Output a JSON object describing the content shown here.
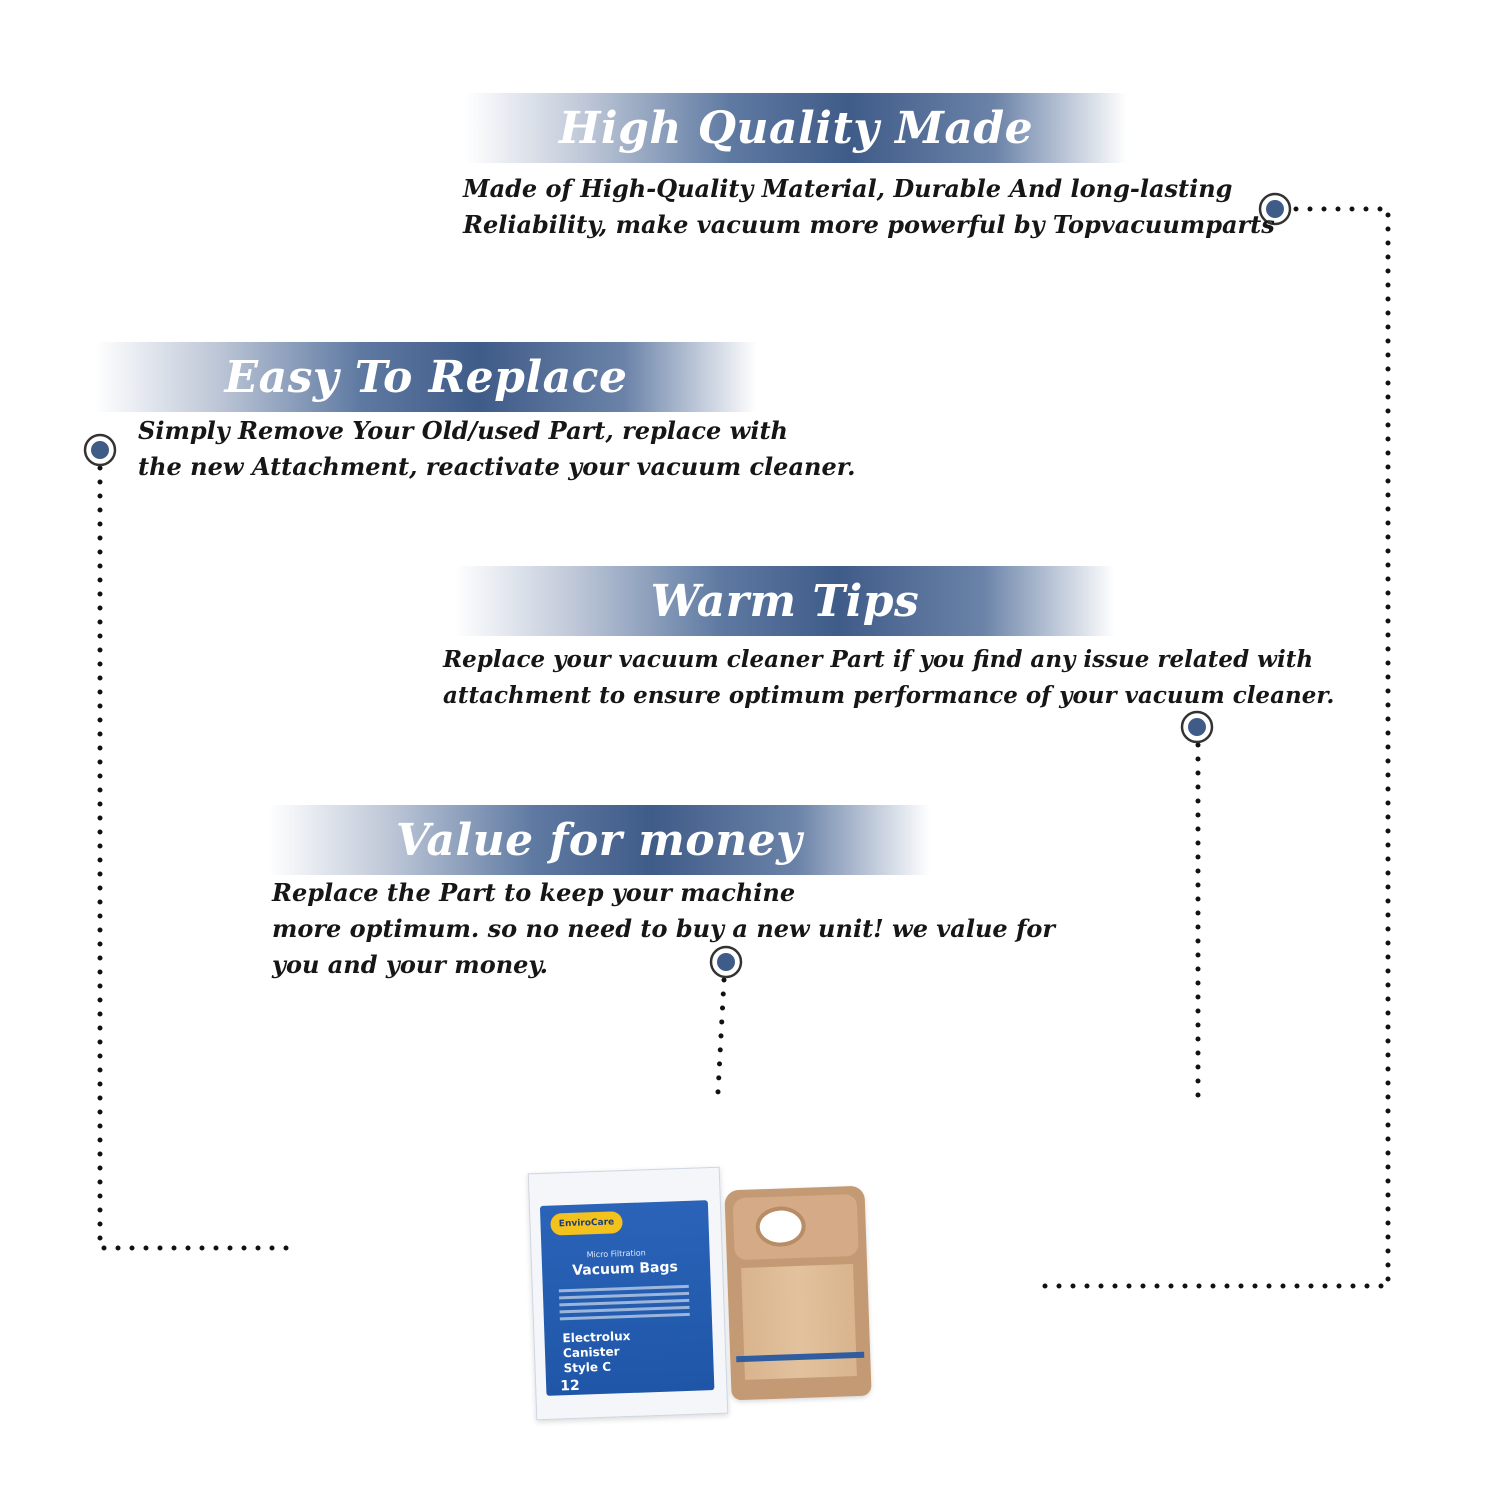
{
  "sections": [
    {
      "title": "High Quality Made",
      "lines": [
        "Made of  High-Quality Material, Durable And long-lasting",
        "Reliability, make vacuum more powerful by Topvacuumparts"
      ]
    },
    {
      "title": "Easy To Replace",
      "lines": [
        "Simply Remove Your Old/used Part, replace with",
        "the new Attachment, reactivate your vacuum cleaner."
      ]
    },
    {
      "title": "Warm Tips",
      "lines": [
        "Replace your vacuum cleaner Part if you find any issue related with",
        " attachment to ensure optimum performance of your vacuum cleaner."
      ]
    },
    {
      "title": "Value for money",
      "lines": [
        "Replace the Part to keep your machine",
        "more optimum. so no need to buy a new unit! we value for",
        "you and your money."
      ]
    }
  ],
  "product": {
    "brand": "EnviroCare",
    "package_subtitle": "Micro Filtration",
    "package_title": "Vacuum Bags",
    "model_line1": "Electrolux",
    "model_line2": "Canister",
    "model_line3": "Style C",
    "count": "12"
  },
  "colors": {
    "banner": "#3f5b88",
    "marker": "#3f5b88",
    "dots": "#111111"
  }
}
